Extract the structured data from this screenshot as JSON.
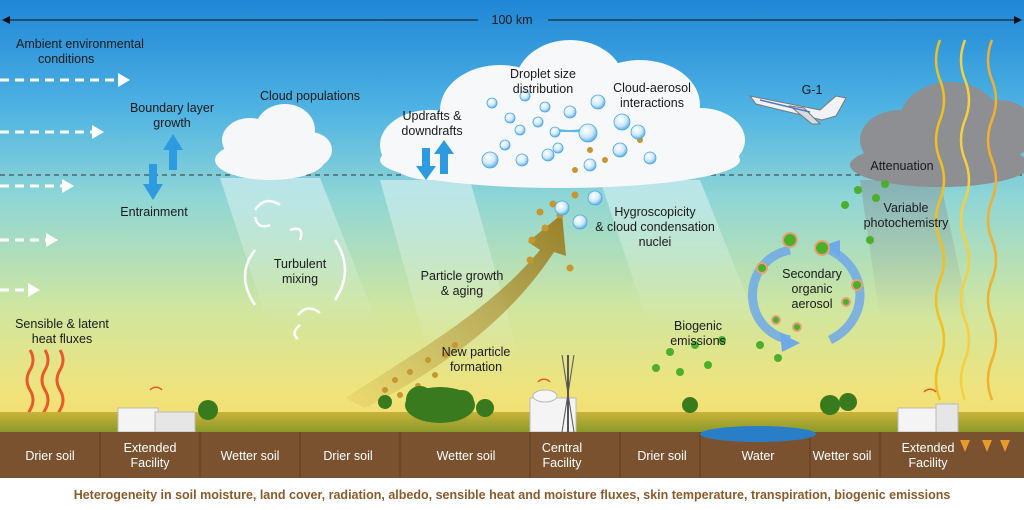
{
  "scale_label": "100 km",
  "labels": {
    "ambient": [
      "Ambient environmental",
      "conditions"
    ],
    "boundary_layer": [
      "Boundary layer",
      "growth"
    ],
    "entrainment": "Entrainment",
    "cloud_populations": "Cloud populations",
    "updrafts": [
      "Updrafts &",
      "downdrafts"
    ],
    "droplet_size": [
      "Droplet size",
      "distribution"
    ],
    "cloud_aerosol": [
      "Cloud-aerosol",
      "interactions"
    ],
    "aircraft": "G-1",
    "attenuation": "Attenuation",
    "variable_photochemistry": [
      "Variable",
      "photochemistry"
    ],
    "hygroscopicity": [
      "Hygroscopicity",
      "& cloud condensation",
      "nuclei"
    ],
    "turbulent_mixing": [
      "Turbulent",
      "mixing"
    ],
    "particle_growth": [
      "Particle growth",
      "& aging"
    ],
    "secondary_organic": [
      "Secondary",
      "organic",
      "aerosol"
    ],
    "sensible_latent": [
      "Sensible & latent",
      "heat fluxes"
    ],
    "biogenic": [
      "Biogenic",
      "emissions"
    ],
    "new_particle": [
      "New particle",
      "formation"
    ]
  },
  "soil_segments": [
    [
      "Drier soil"
    ],
    [
      "Extended",
      "Facility"
    ],
    [
      "Wetter soil"
    ],
    [
      "Drier soil"
    ],
    [
      "Wetter soil"
    ],
    [
      "Central",
      "Facility"
    ],
    [
      "Drier soil"
    ],
    [
      "Water"
    ],
    [
      "Wetter soil"
    ],
    [
      "Extended",
      "Facility"
    ]
  ],
  "caption": "Heterogeneity in soil moisture, land cover, radiation, albedo, sensible heat and moisture fluxes, skin temperature, transpiration, biogenic emissions",
  "colors": {
    "sky_top": "#1e88d8",
    "sky_mid": "#7fd1d8",
    "sky_low": "#e8ea7a",
    "soil": "#7a5230",
    "caption": "#8a5a2b",
    "arrow_blue": "#2e9be0",
    "aerosol_gold": "#c8962e",
    "biogenic_green": "#4caf2a"
  }
}
